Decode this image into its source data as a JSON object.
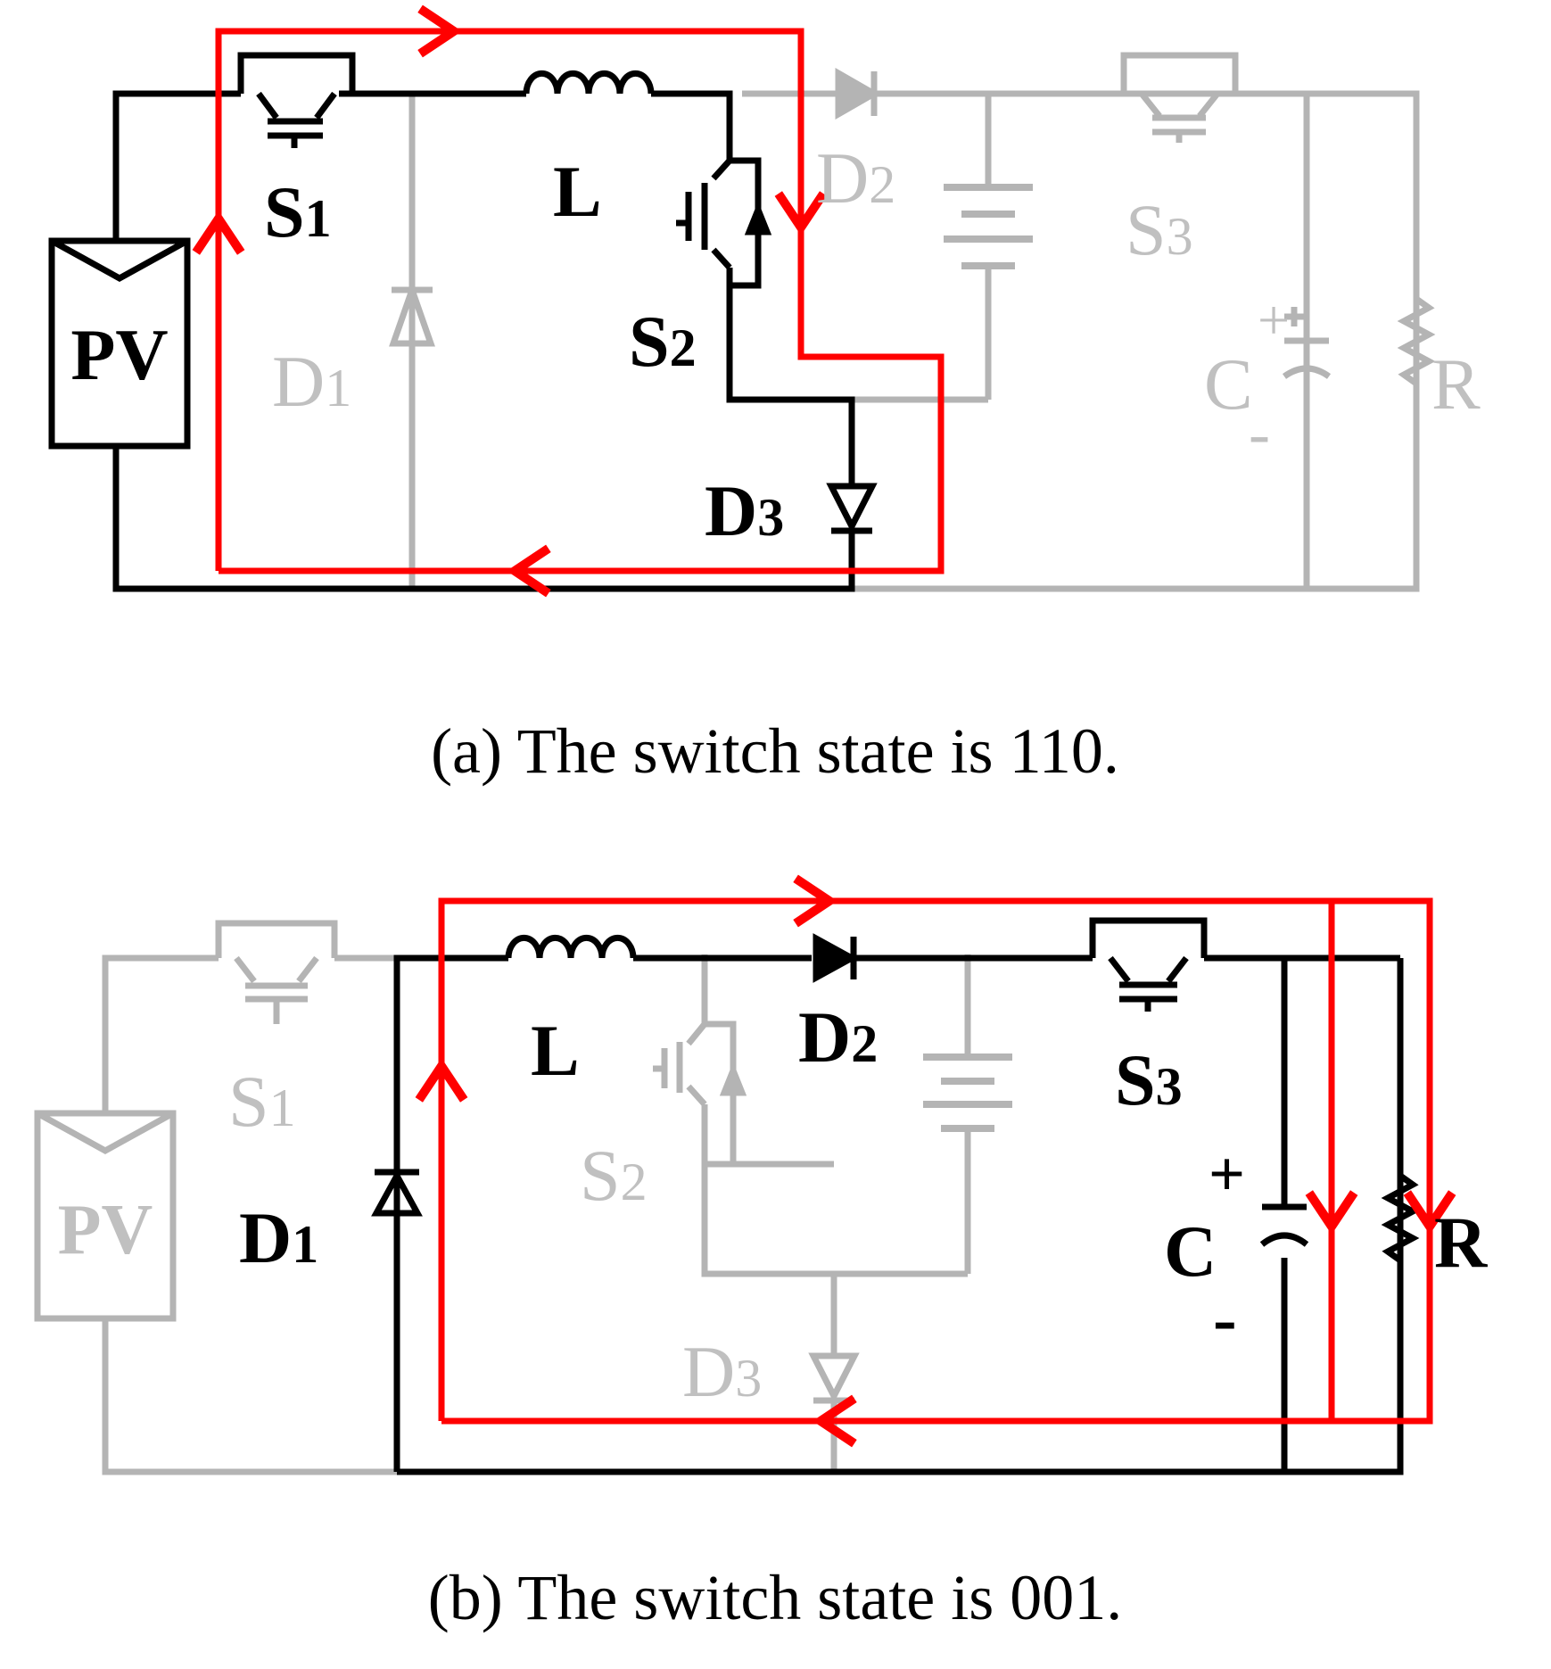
{
  "colors": {
    "active_wire": "#000000",
    "inactive_wire": "#b4b4b4",
    "current_path": "#ff0000",
    "background": "#ffffff"
  },
  "panel_a": {
    "caption": "(a) The switch state is 110.",
    "labels": {
      "pv": "PV",
      "s1_main": "S",
      "s1_sub": "1",
      "l": "L",
      "s2_main": "S",
      "s2_sub": "2",
      "d1_main": "D",
      "d1_sub": "1",
      "d2_main": "D",
      "d2_sub": "2",
      "d3_main": "D",
      "d3_sub": "3",
      "s3_main": "S",
      "s3_sub": "3",
      "c": "C",
      "c_plus": "+",
      "c_minus": "-",
      "r": "R"
    }
  },
  "panel_b": {
    "caption": "(b) The switch state is 001.",
    "labels": {
      "pv": "PV",
      "s1_main": "S",
      "s1_sub": "1",
      "l": "L",
      "s2_main": "S",
      "s2_sub": "2",
      "d1_main": "D",
      "d1_sub": "1",
      "d2_main": "D",
      "d2_sub": "2",
      "d3_main": "D",
      "d3_sub": "3",
      "s3_main": "S",
      "s3_sub": "3",
      "c": "C",
      "c_plus": "+",
      "c_minus": "-",
      "r": "R"
    }
  }
}
